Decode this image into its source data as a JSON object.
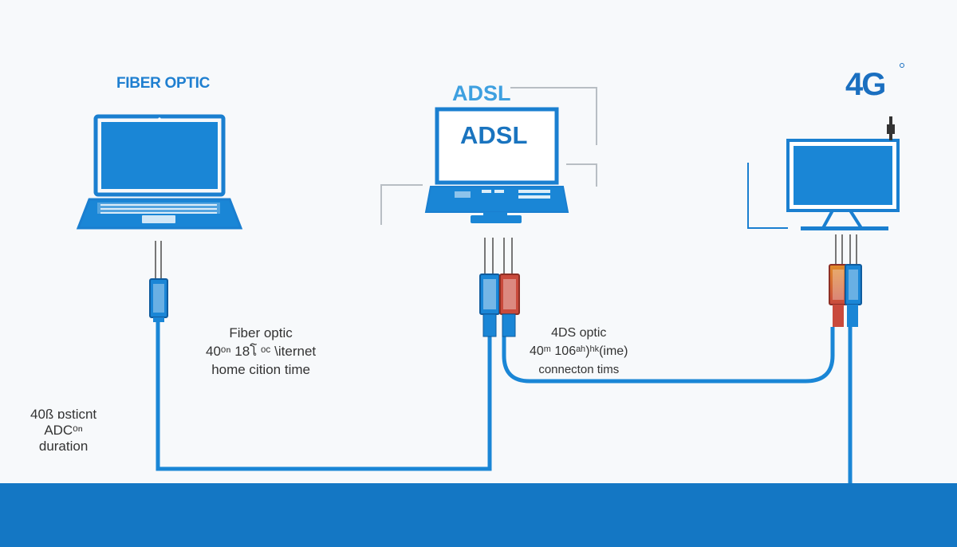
{
  "labels": {
    "fiber_title": "FIBER OPTIC",
    "adsl_title": "ADSL",
    "adsl_screen": "ADSL",
    "fourg_title": "4G"
  },
  "captions": {
    "fiber": [
      "Fiber optic",
      "40ᵒⁿ 18โ ᵒᶜ \\iternet",
      "home cition time"
    ],
    "adsl": [
      "4DS   optic",
      "40ᵐ 106ᵃʰ)ʰᵏ(ime)",
      "connecton tims"
    ],
    "left": [
      "40ß  ɒsticnt",
      "ADCᵒⁿ",
      "duration"
    ]
  },
  "colors": {
    "accent": "#1477c4",
    "cable": "#1a86d6",
    "title_light": "#3ea0e0",
    "connector_red": "#c94a3c",
    "connector_orange": "#e08a2a"
  },
  "icons": [
    "laptop-icon",
    "adsl-computer-icon",
    "4g-monitor-icon",
    "connector-icon",
    "antenna-icon"
  ]
}
